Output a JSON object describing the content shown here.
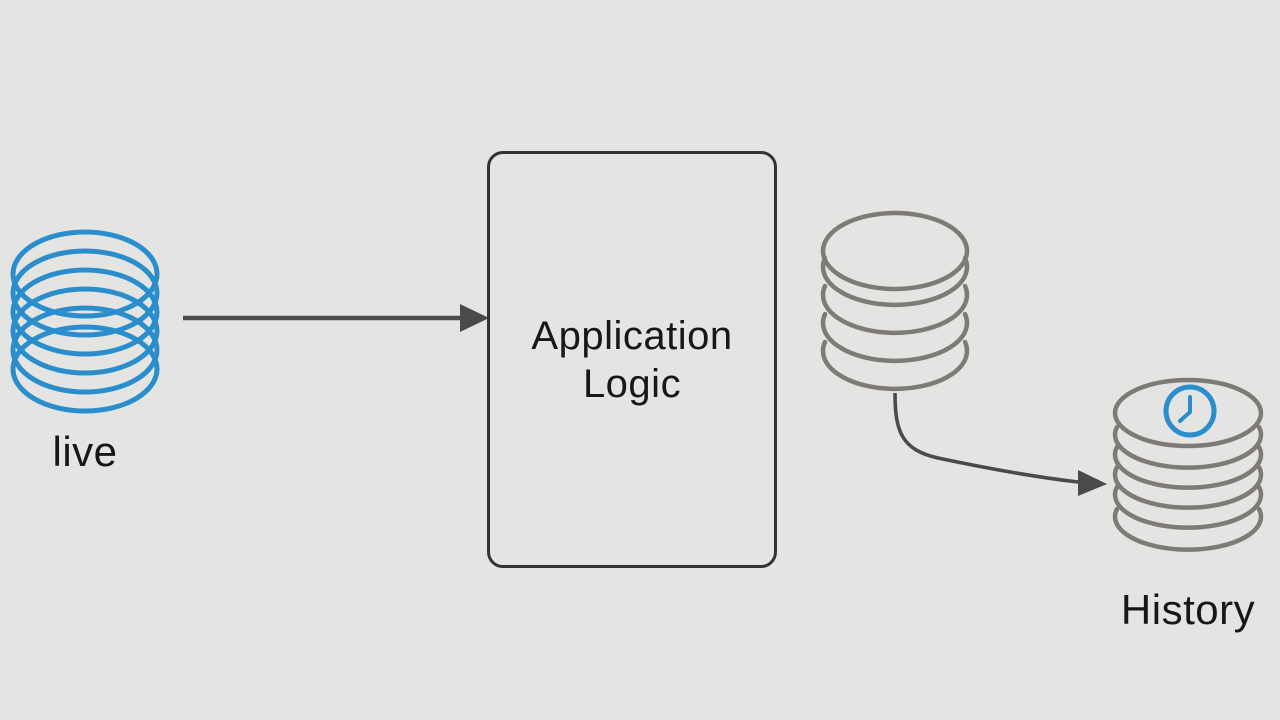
{
  "nodes": {
    "live": {
      "label": "live",
      "icon": "database-icon"
    },
    "application": {
      "label": "Application\nLogic"
    },
    "buffer": {
      "icon": "database-icon"
    },
    "history": {
      "label": "History",
      "icon": "database-clock-icon"
    }
  },
  "connections": {
    "live_to_application": "straight-arrow-right",
    "buffer_to_history": "curved-arrow-down-right"
  },
  "colors": {
    "background": "#e4e4e3",
    "db-blue": "#2a8ecd",
    "db-gray": "#7d7a77",
    "arrow": "#4a4a4a",
    "box-border": "#333333",
    "text": "#171717"
  }
}
